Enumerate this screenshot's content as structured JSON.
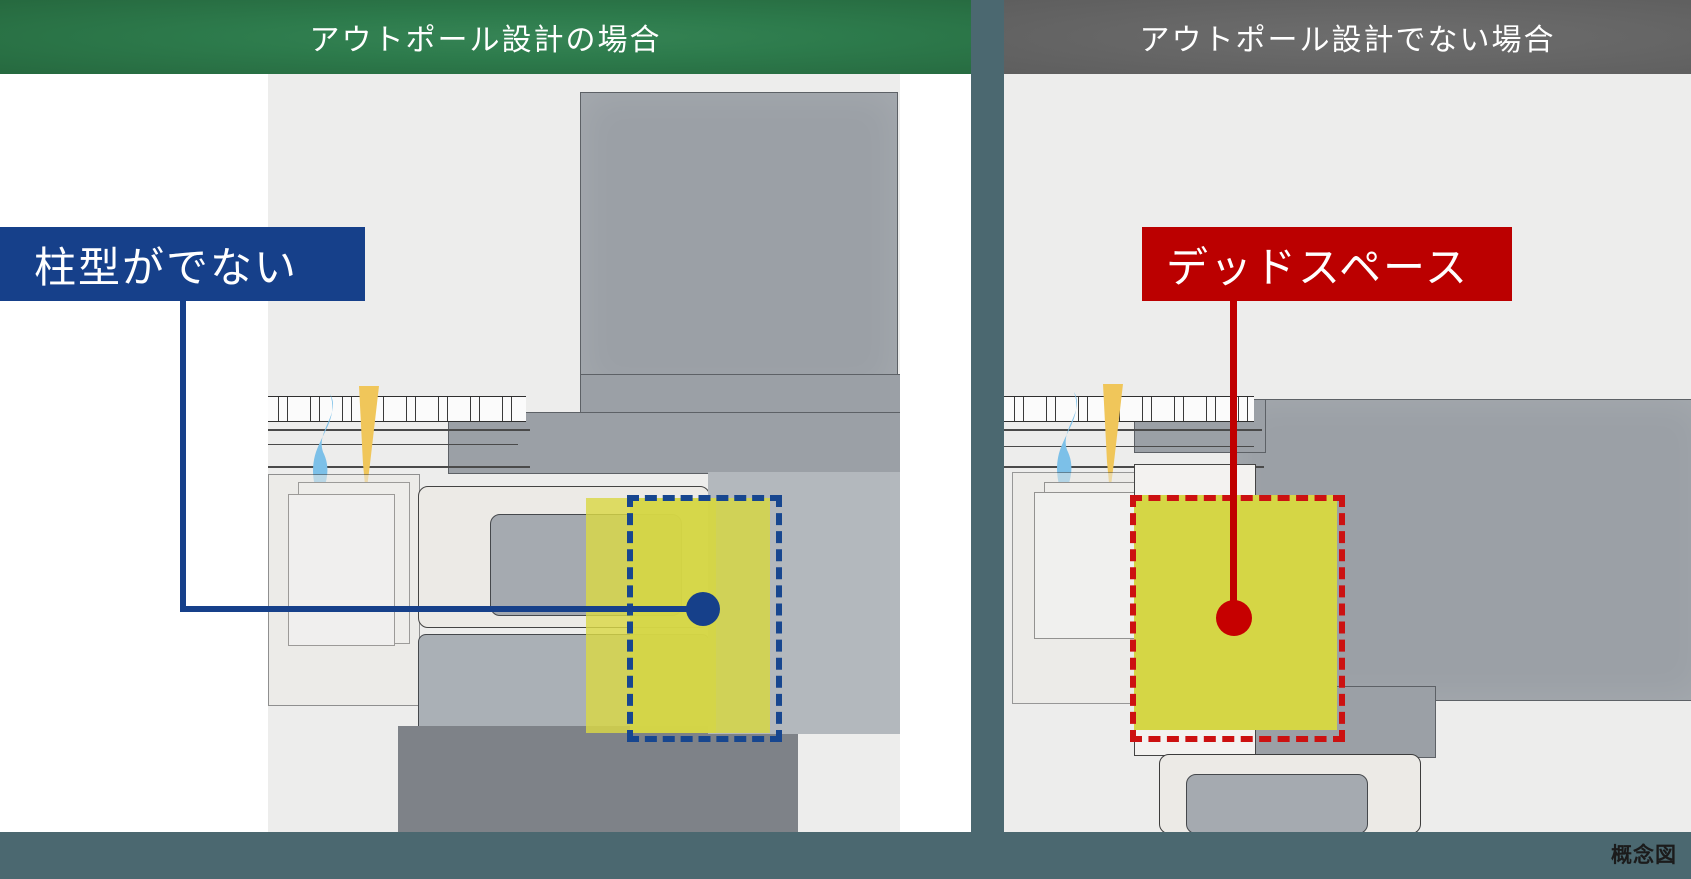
{
  "panels": {
    "left": {
      "header_title": "アウトポール設計の場合",
      "header_color": "#2d7b4c",
      "callout": {
        "text": "柱型がでない",
        "bg_color": "#16408a",
        "marker": "blue-dot",
        "highlight_border": "blue-dashed"
      }
    },
    "right": {
      "header_title": "アウトポール設計でない場合",
      "header_color": "#666666",
      "callout": {
        "text": "デッドスペース",
        "bg_color": "#bb0000",
        "marker": "red-dot",
        "highlight_border": "red-dashed"
      }
    }
  },
  "divider": {
    "color": "#4b6870"
  },
  "footer": {
    "note": "概念図",
    "bg_color": "#4b6870",
    "text_color": "#1b1b1b"
  },
  "colors": {
    "highlight_yellow": "#d9d846",
    "blue_accent": "#16408a",
    "red_accent": "#c00000",
    "plan_grey": "#9ba0a6",
    "plan_paper": "#f2f1ef"
  },
  "decor": {
    "wind_arrow_blue": "blue-wind-arrow-icon",
    "wind_arrow_yellow": "yellow-wind-arrow-icon"
  }
}
